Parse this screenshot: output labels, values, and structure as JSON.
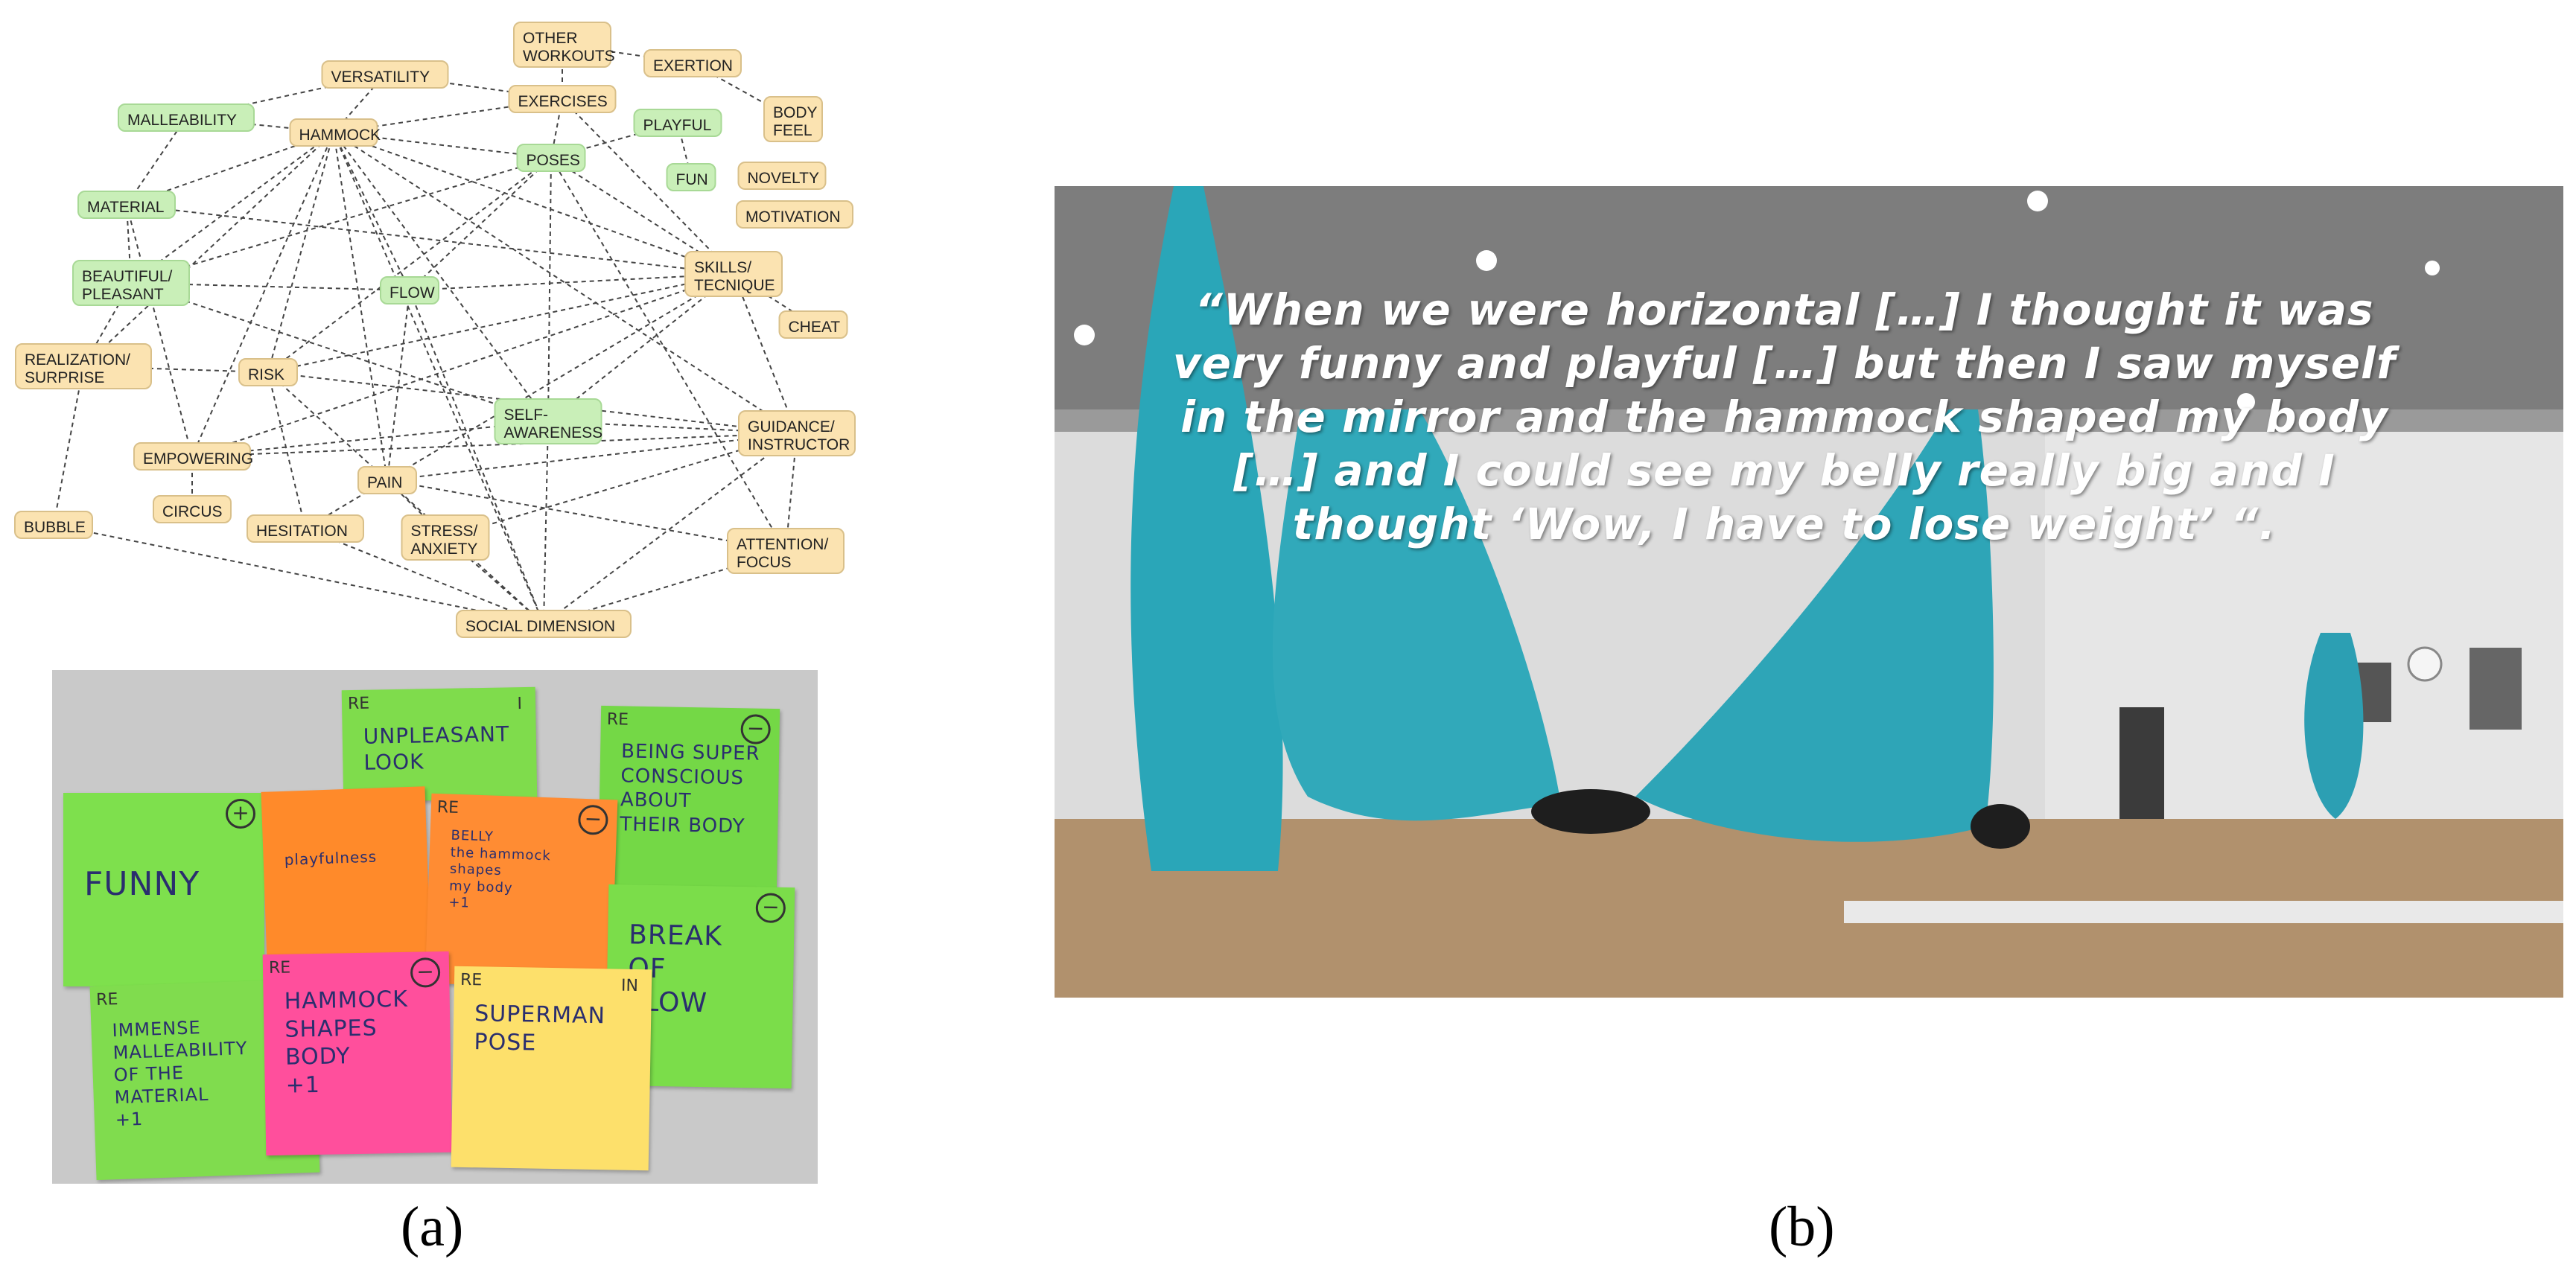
{
  "graph": {
    "nodes": [
      {
        "id": "other_workouts",
        "lines": [
          "OTHER",
          "WORKOUTS"
        ],
        "kind": "y"
      },
      {
        "id": "exertion",
        "lines": [
          "EXERTION"
        ],
        "kind": "y"
      },
      {
        "id": "body_feel",
        "lines": [
          "BODY",
          "FEEL"
        ],
        "kind": "y"
      },
      {
        "id": "versatility",
        "lines": [
          "VERSATILITY"
        ],
        "kind": "y"
      },
      {
        "id": "exercises",
        "lines": [
          "EXERCISES"
        ],
        "kind": "y"
      },
      {
        "id": "malleability",
        "lines": [
          "MALLEABILITY"
        ],
        "kind": "g"
      },
      {
        "id": "hammock",
        "lines": [
          "HAMMOCK"
        ],
        "kind": "y"
      },
      {
        "id": "playful",
        "lines": [
          "PLAYFUL"
        ],
        "kind": "g"
      },
      {
        "id": "poses",
        "lines": [
          "POSES"
        ],
        "kind": "g"
      },
      {
        "id": "fun",
        "lines": [
          "FUN"
        ],
        "kind": "g"
      },
      {
        "id": "novelty",
        "lines": [
          "NOVELTY"
        ],
        "kind": "y"
      },
      {
        "id": "motivation",
        "lines": [
          "MOTIVATION"
        ],
        "kind": "y"
      },
      {
        "id": "material",
        "lines": [
          "MATERIAL"
        ],
        "kind": "g"
      },
      {
        "id": "beautiful",
        "lines": [
          "BEAUTIFUL/",
          "PLEASANT"
        ],
        "kind": "g"
      },
      {
        "id": "flow",
        "lines": [
          "FLOW"
        ],
        "kind": "g"
      },
      {
        "id": "skills",
        "lines": [
          "SKILLS/",
          "TECNIQUE"
        ],
        "kind": "y"
      },
      {
        "id": "cheat",
        "lines": [
          "CHEAT"
        ],
        "kind": "y"
      },
      {
        "id": "realization",
        "lines": [
          "REALIZATION/",
          "SURPRISE"
        ],
        "kind": "y"
      },
      {
        "id": "risk",
        "lines": [
          "RISK"
        ],
        "kind": "y"
      },
      {
        "id": "self_awareness",
        "lines": [
          "SELF-",
          "AWARENESS"
        ],
        "kind": "g"
      },
      {
        "id": "guidance",
        "lines": [
          "GUIDANCE/",
          "INSTRUCTOR"
        ],
        "kind": "y"
      },
      {
        "id": "empowering",
        "lines": [
          "EMPOWERING"
        ],
        "kind": "y"
      },
      {
        "id": "pain",
        "lines": [
          "PAIN"
        ],
        "kind": "y"
      },
      {
        "id": "circus",
        "lines": [
          "CIRCUS"
        ],
        "kind": "y"
      },
      {
        "id": "bubble",
        "lines": [
          "BUBBLE"
        ],
        "kind": "y"
      },
      {
        "id": "hesitation",
        "lines": [
          "HESITATION"
        ],
        "kind": "y"
      },
      {
        "id": "stress",
        "lines": [
          "STRESS/",
          "ANXIETY"
        ],
        "kind": "y"
      },
      {
        "id": "attention",
        "lines": [
          "ATTENTION/",
          "FOCUS"
        ],
        "kind": "y"
      },
      {
        "id": "social",
        "lines": [
          "SOCIAL DIMENSION"
        ],
        "kind": "y"
      }
    ],
    "edges": [
      [
        "other_workouts",
        "exertion"
      ],
      [
        "exertion",
        "body_feel"
      ],
      [
        "other_workouts",
        "exercises"
      ],
      [
        "versatility",
        "exercises"
      ],
      [
        "versatility",
        "malleability"
      ],
      [
        "versatility",
        "hammock"
      ],
      [
        "malleability",
        "hammock"
      ],
      [
        "hammock",
        "exercises"
      ],
      [
        "hammock",
        "poses"
      ],
      [
        "hammock",
        "material"
      ],
      [
        "hammock",
        "beautiful"
      ],
      [
        "hammock",
        "flow"
      ],
      [
        "hammock",
        "skills"
      ],
      [
        "hammock",
        "risk"
      ],
      [
        "hammock",
        "self_awareness"
      ],
      [
        "hammock",
        "pain"
      ],
      [
        "hammock",
        "empowering"
      ],
      [
        "hammock",
        "guidance"
      ],
      [
        "hammock",
        "social"
      ],
      [
        "hammock",
        "realization"
      ],
      [
        "exercises",
        "poses"
      ],
      [
        "exercises",
        "skills"
      ],
      [
        "playful",
        "poses"
      ],
      [
        "playful",
        "fun"
      ],
      [
        "poses",
        "skills"
      ],
      [
        "poses",
        "beautiful"
      ],
      [
        "poses",
        "flow"
      ],
      [
        "poses",
        "self_awareness"
      ],
      [
        "poses",
        "risk"
      ],
      [
        "poses",
        "attention"
      ],
      [
        "malleability",
        "material"
      ],
      [
        "material",
        "skills"
      ],
      [
        "material",
        "beautiful"
      ],
      [
        "beautiful",
        "flow"
      ],
      [
        "beautiful",
        "self_awareness"
      ],
      [
        "beautiful",
        "realization"
      ],
      [
        "flow",
        "skills"
      ],
      [
        "flow",
        "social"
      ],
      [
        "flow",
        "pain"
      ],
      [
        "skills",
        "cheat"
      ],
      [
        "skills",
        "self_awareness"
      ],
      [
        "skills",
        "risk"
      ],
      [
        "skills",
        "empowering"
      ],
      [
        "skills",
        "guidance"
      ],
      [
        "skills",
        "hesitation"
      ],
      [
        "realization",
        "risk"
      ],
      [
        "realization",
        "bubble"
      ],
      [
        "risk",
        "pain"
      ],
      [
        "risk",
        "hesitation"
      ],
      [
        "risk",
        "guidance"
      ],
      [
        "self_awareness",
        "guidance"
      ],
      [
        "self_awareness",
        "social"
      ],
      [
        "empowering",
        "circus"
      ],
      [
        "empowering",
        "self_awareness"
      ],
      [
        "empowering",
        "guidance"
      ],
      [
        "pain",
        "attention"
      ],
      [
        "pain",
        "guidance"
      ],
      [
        "pain",
        "social"
      ],
      [
        "hesitation",
        "social"
      ],
      [
        "stress",
        "guidance"
      ],
      [
        "stress",
        "social"
      ],
      [
        "guidance",
        "attention"
      ],
      [
        "guidance",
        "social"
      ],
      [
        "attention",
        "social"
      ],
      [
        "bubble",
        "social"
      ],
      [
        "material",
        "empowering"
      ],
      [
        "stress",
        "pain"
      ]
    ]
  },
  "sticky_notes": [
    {
      "id": "unpleasant",
      "color": "#7fdc4c",
      "lines": [
        "UNPLEASANT",
        "LOOK"
      ],
      "tag": "RE",
      "mark": "I"
    },
    {
      "id": "being_super",
      "color": "#74d846",
      "lines": [
        "BEING SUPER",
        "CONSCIOUS",
        "ABOUT",
        "THEIR BODY"
      ],
      "tag": "RE",
      "sym": "−"
    },
    {
      "id": "funny",
      "color": "#7ee04d",
      "lines": [
        "FUNNY"
      ],
      "sym": "+"
    },
    {
      "id": "playfulness",
      "color": "#ff8a2a",
      "lines": [
        "playfulness"
      ]
    },
    {
      "id": "belly",
      "color": "#ff8c33",
      "lines": [
        "BELLY",
        "the hammock shapes",
        "my body",
        "+1"
      ],
      "tag": "RE",
      "sym": "−"
    },
    {
      "id": "break",
      "color": "#7bdd4a",
      "lines": [
        "BREAK",
        "OF",
        "FLOW"
      ],
      "sym": "−"
    },
    {
      "id": "immense",
      "color": "#80dc4e",
      "lines": [
        "IMMENSE",
        "MALLEABILITY",
        "OF THE",
        "MATERIAL",
        "+1"
      ],
      "tag": "RE"
    },
    {
      "id": "hammock_shapes",
      "color": "#ff4f9c",
      "lines": [
        "HAMMOCK",
        "SHAPES",
        "BODY",
        "+1"
      ],
      "tag": "RE",
      "sym": "−"
    },
    {
      "id": "superman",
      "color": "#fde06b",
      "lines": [
        "SUPERMAN",
        "POSE"
      ],
      "tag": "RE",
      "mark": "IN"
    }
  ],
  "quote": "“When we were horizontal […] I thought it was very funny and playful […] but then I saw myself in the mirror and the hammock shaped my body […] and I could see my belly  really big and I thought ‘Wow, I have to lose weight’ “.",
  "captions": {
    "a": "(a)",
    "b": "(b)"
  }
}
